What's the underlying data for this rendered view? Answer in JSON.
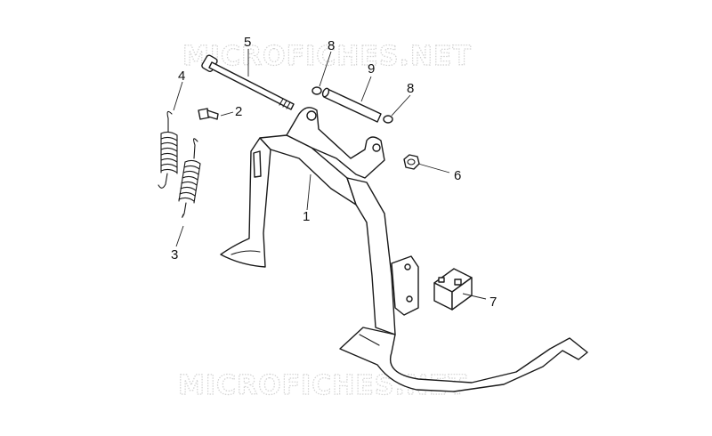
{
  "watermark": {
    "top": "MICROFICHES.NET",
    "bottom": "MICROFICHES.NET"
  },
  "callouts": {
    "c1": "1",
    "c2": "2",
    "c3": "3",
    "c4": "4",
    "c5": "5",
    "c6": "6",
    "c7": "7",
    "c8a": "8",
    "c8b": "8",
    "c9": "9"
  }
}
